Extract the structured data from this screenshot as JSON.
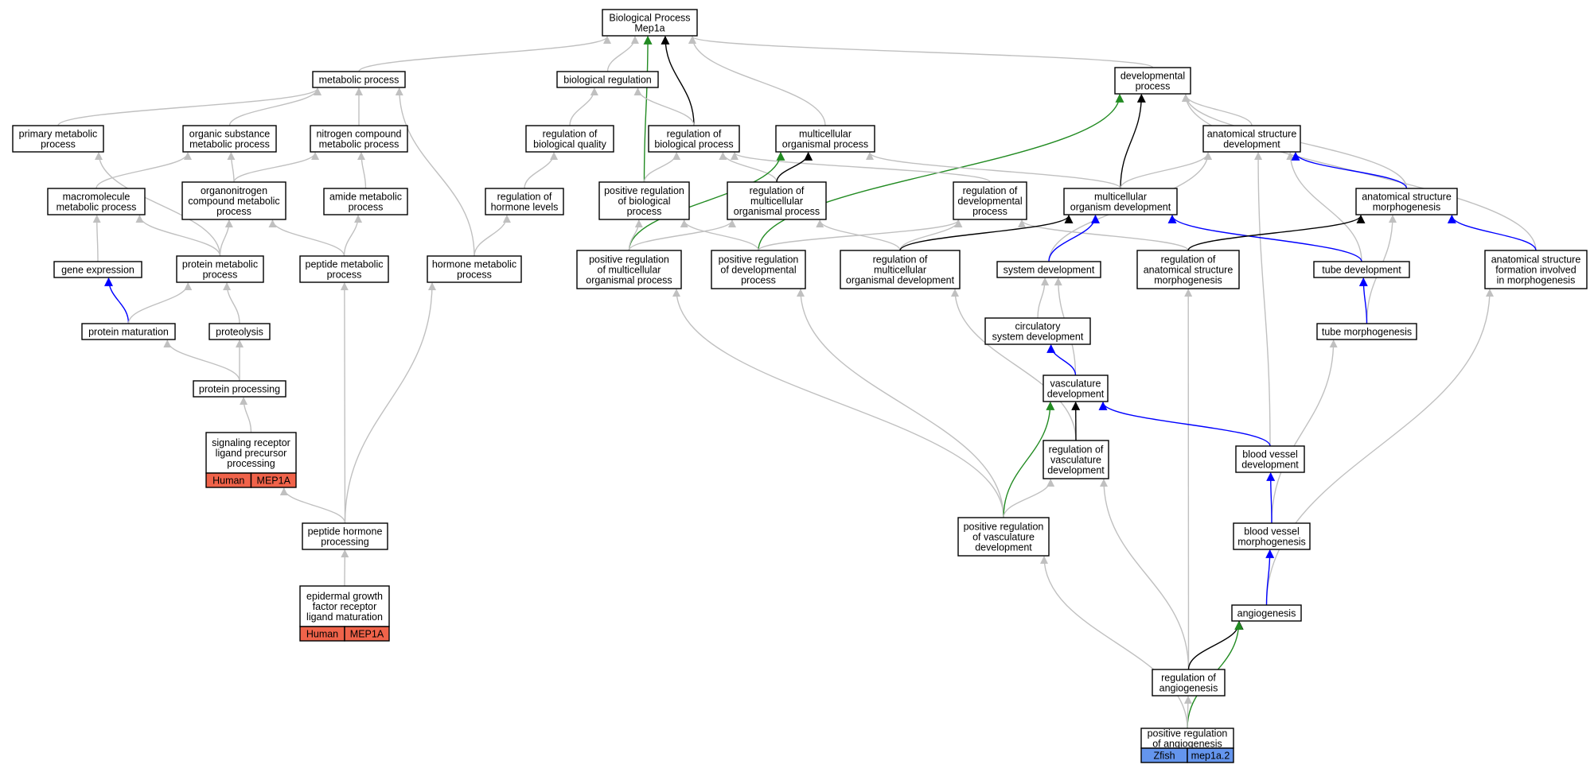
{
  "colors": {
    "gray": "#c0c0c0",
    "black": "#000000",
    "blue": "#0000ff",
    "green": "#228b22",
    "human_tag": "#f0634a",
    "zfish_tag": "#6495ed"
  },
  "nodes": {
    "bp_root": [
      "Biological Process",
      "Mep1a"
    ],
    "metabolic": [
      "metabolic process"
    ],
    "bio_reg": [
      "biological regulation"
    ],
    "dev_process": [
      "developmental",
      "process"
    ],
    "primary_met": [
      "primary metabolic",
      "process"
    ],
    "organic_met": [
      "organic substance",
      "metabolic process"
    ],
    "nitrogen_met": [
      "nitrogen compound",
      "metabolic process"
    ],
    "reg_bio_quality": [
      "regulation of",
      "biological quality"
    ],
    "reg_bio_proc": [
      "regulation of",
      "biological process"
    ],
    "multi_org_proc": [
      "multicellular",
      "organismal process"
    ],
    "anat_dev": [
      "anatomical structure",
      "development"
    ],
    "macro_met": [
      "macromolecule",
      "metabolic process"
    ],
    "organonitrogen": [
      "organonitrogen",
      "compound metabolic",
      "process"
    ],
    "amide_met": [
      "amide metabolic",
      "process"
    ],
    "reg_hormone": [
      "regulation of",
      "hormone levels"
    ],
    "pos_reg_bio": [
      "positive regulation",
      "of biological",
      "process"
    ],
    "reg_multi_org_proc": [
      "regulation of",
      "multicellular",
      "organismal process"
    ],
    "reg_dev_proc": [
      "regulation of",
      "developmental",
      "process"
    ],
    "multi_org_dev": [
      "multicellular",
      "organism development"
    ],
    "anat_morph": [
      "anatomical structure",
      "morphogenesis"
    ],
    "gene_expr": [
      "gene expression"
    ],
    "protein_met": [
      "protein metabolic",
      "process"
    ],
    "peptide_met": [
      "peptide metabolic",
      "process"
    ],
    "hormone_met": [
      "hormone metabolic",
      "process"
    ],
    "pos_reg_multi_org": [
      "positive regulation",
      "of multicellular",
      "organismal process"
    ],
    "pos_reg_dev": [
      "positive regulation",
      "of developmental",
      "process"
    ],
    "reg_multi_dev": [
      "regulation of",
      "multicellular",
      "organismal development"
    ],
    "system_dev": [
      "system development"
    ],
    "reg_anat_morph": [
      "regulation of",
      "anatomical structure",
      "morphogenesis"
    ],
    "tube_dev": [
      "tube development"
    ],
    "anat_form": [
      "anatomical structure",
      "formation involved",
      "in morphogenesis"
    ],
    "protein_mat": [
      "protein maturation"
    ],
    "proteolysis": [
      "proteolysis"
    ],
    "circ_dev": [
      "circulatory",
      "system development"
    ],
    "tube_morph": [
      "tube morphogenesis"
    ],
    "protein_proc": [
      "protein processing"
    ],
    "vasc_dev": [
      "vasculature",
      "development"
    ],
    "signaling": [
      "signaling receptor",
      "ligand precursor",
      "processing"
    ],
    "reg_vasc": [
      "regulation of",
      "vasculature",
      "development"
    ],
    "blood_dev": [
      "blood vessel",
      "development"
    ],
    "peptide_hormone": [
      "peptide hormone",
      "processing"
    ],
    "pos_reg_vasc": [
      "positive regulation",
      "of vasculature",
      "development"
    ],
    "blood_morph": [
      "blood vessel",
      "morphogenesis"
    ],
    "egf": [
      "epidermal growth",
      "factor receptor",
      "ligand maturation"
    ],
    "angiogenesis": [
      "angiogenesis"
    ],
    "reg_angio": [
      "regulation of",
      "angiogenesis"
    ],
    "pos_reg_angio": [
      "positive regulation",
      "of angiogenesis"
    ]
  },
  "annotations": {
    "signaling": [
      "Human",
      "MEP1A"
    ],
    "egf": [
      "Human",
      "MEP1A"
    ],
    "pos_reg_angio": [
      "Zfish",
      "mep1a.2"
    ]
  },
  "edges": [
    [
      "metabolic",
      "bp_root",
      "gray"
    ],
    [
      "bio_reg",
      "bp_root",
      "gray"
    ],
    [
      "dev_process",
      "bp_root",
      "gray"
    ],
    [
      "multi_org_proc",
      "bp_root",
      "gray"
    ],
    [
      "reg_bio_proc",
      "bp_root",
      "black"
    ],
    [
      "pos_reg_bio",
      "bp_root",
      "green"
    ],
    [
      "primary_met",
      "metabolic",
      "gray"
    ],
    [
      "organic_met",
      "metabolic",
      "gray"
    ],
    [
      "nitrogen_met",
      "metabolic",
      "gray"
    ],
    [
      "hormone_met",
      "metabolic",
      "gray"
    ],
    [
      "reg_bio_quality",
      "bio_reg",
      "gray"
    ],
    [
      "reg_bio_proc",
      "bio_reg",
      "gray"
    ],
    [
      "anat_dev",
      "dev_process",
      "gray"
    ],
    [
      "anat_morph",
      "dev_process",
      "gray"
    ],
    [
      "anat_form",
      "dev_process",
      "gray"
    ],
    [
      "multi_org_dev",
      "dev_process",
      "black"
    ],
    [
      "pos_reg_dev",
      "dev_process",
      "green"
    ],
    [
      "macro_met",
      "organic_met",
      "gray"
    ],
    [
      "organonitrogen",
      "organic_met",
      "gray"
    ],
    [
      "organonitrogen",
      "nitrogen_met",
      "gray"
    ],
    [
      "amide_met",
      "nitrogen_met",
      "gray"
    ],
    [
      "protein_met",
      "primary_met",
      "gray"
    ],
    [
      "reg_hormone",
      "reg_bio_quality",
      "gray"
    ],
    [
      "pos_reg_bio",
      "reg_bio_proc",
      "gray"
    ],
    [
      "reg_multi_org_proc",
      "reg_bio_proc",
      "gray"
    ],
    [
      "reg_dev_proc",
      "reg_bio_proc",
      "gray"
    ],
    [
      "multi_org_dev",
      "multi_org_proc",
      "gray"
    ],
    [
      "reg_multi_org_proc",
      "multi_org_proc",
      "black"
    ],
    [
      "pos_reg_multi_org",
      "multi_org_proc",
      "green"
    ],
    [
      "multi_org_dev",
      "anat_dev",
      "gray"
    ],
    [
      "system_dev",
      "anat_dev",
      "gray"
    ],
    [
      "blood_dev",
      "anat_dev",
      "gray"
    ],
    [
      "tube_dev",
      "anat_dev",
      "gray"
    ],
    [
      "anat_morph",
      "anat_dev",
      "blue"
    ],
    [
      "protein_met",
      "macro_met",
      "gray"
    ],
    [
      "gene_expr",
      "macro_met",
      "gray"
    ],
    [
      "protein_met",
      "organonitrogen",
      "gray"
    ],
    [
      "peptide_met",
      "organonitrogen",
      "gray"
    ],
    [
      "peptide_met",
      "amide_met",
      "gray"
    ],
    [
      "hormone_met",
      "reg_hormone",
      "gray"
    ],
    [
      "pos_reg_multi_org",
      "pos_reg_bio",
      "gray"
    ],
    [
      "pos_reg_dev",
      "pos_reg_bio",
      "gray"
    ],
    [
      "pos_reg_multi_org",
      "reg_multi_org_proc",
      "gray"
    ],
    [
      "reg_multi_dev",
      "reg_multi_org_proc",
      "gray"
    ],
    [
      "pos_reg_dev",
      "reg_dev_proc",
      "gray"
    ],
    [
      "reg_multi_dev",
      "reg_dev_proc",
      "gray"
    ],
    [
      "reg_anat_morph",
      "reg_dev_proc",
      "gray"
    ],
    [
      "system_dev",
      "multi_org_dev",
      "blue"
    ],
    [
      "reg_multi_dev",
      "multi_org_dev",
      "black"
    ],
    [
      "tube_dev",
      "multi_org_dev",
      "blue"
    ],
    [
      "reg_anat_morph",
      "anat_morph",
      "black"
    ],
    [
      "tube_morph",
      "anat_morph",
      "gray"
    ],
    [
      "anat_form",
      "anat_morph",
      "blue"
    ],
    [
      "protein_mat",
      "gene_expr",
      "blue"
    ],
    [
      "protein_mat",
      "protein_met",
      "gray"
    ],
    [
      "proteolysis",
      "protein_met",
      "gray"
    ],
    [
      "peptide_hormone",
      "peptide_met",
      "gray"
    ],
    [
      "peptide_hormone",
      "hormone_met",
      "gray"
    ],
    [
      "pos_reg_vasc",
      "pos_reg_multi_org",
      "gray"
    ],
    [
      "pos_reg_vasc",
      "pos_reg_dev",
      "gray"
    ],
    [
      "reg_vasc",
      "reg_multi_dev",
      "gray"
    ],
    [
      "circ_dev",
      "system_dev",
      "gray"
    ],
    [
      "vasc_dev",
      "system_dev",
      "gray"
    ],
    [
      "reg_angio",
      "reg_anat_morph",
      "gray"
    ],
    [
      "tube_morph",
      "tube_dev",
      "blue"
    ],
    [
      "angiogenesis",
      "anat_form",
      "gray"
    ],
    [
      "protein_proc",
      "protein_mat",
      "gray"
    ],
    [
      "protein_proc",
      "proteolysis",
      "gray"
    ],
    [
      "vasc_dev",
      "circ_dev",
      "blue"
    ],
    [
      "blood_morph",
      "tube_morph",
      "gray"
    ],
    [
      "signaling",
      "protein_proc",
      "gray"
    ],
    [
      "reg_vasc",
      "vasc_dev",
      "black"
    ],
    [
      "blood_dev",
      "vasc_dev",
      "blue"
    ],
    [
      "pos_reg_vasc",
      "vasc_dev",
      "green"
    ],
    [
      "peptide_hormone",
      "signaling",
      "gray"
    ],
    [
      "pos_reg_vasc",
      "reg_vasc",
      "gray"
    ],
    [
      "reg_angio",
      "reg_vasc",
      "gray"
    ],
    [
      "blood_morph",
      "blood_dev",
      "blue"
    ],
    [
      "egf",
      "peptide_hormone",
      "gray"
    ],
    [
      "pos_reg_angio",
      "pos_reg_vasc",
      "gray"
    ],
    [
      "angiogenesis",
      "blood_morph",
      "blue"
    ],
    [
      "reg_angio",
      "angiogenesis",
      "black"
    ],
    [
      "pos_reg_angio",
      "angiogenesis",
      "green"
    ],
    [
      "pos_reg_angio",
      "reg_angio",
      "gray"
    ]
  ]
}
